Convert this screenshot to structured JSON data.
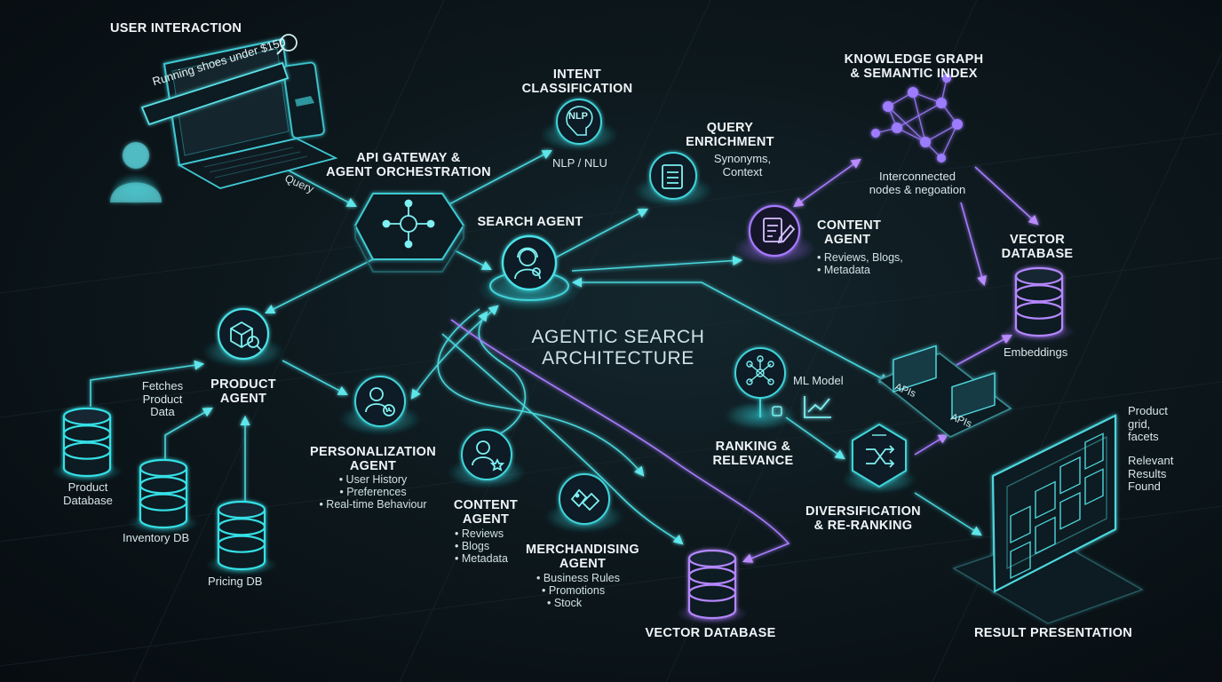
{
  "colors": {
    "accent_teal": "#35e0e6",
    "accent_purple": "#b487ff",
    "bg": "#0d181d"
  },
  "title": {
    "line1": "AGENTIC SEARCH",
    "line2": "ARCHITECTURE"
  },
  "user": {
    "heading": "USER INTERACTION",
    "search_text": "Running shoes under $150",
    "query_label": "Query",
    "icons": [
      "user-icon",
      "laptop-icon",
      "phone-icon",
      "magnifier-icon"
    ]
  },
  "gateway": {
    "line1": "API GATEWAY &",
    "line2": "AGENT ORCHESTRATION",
    "icon": "hub-icon"
  },
  "intent": {
    "line1": "INTENT",
    "line2": "CLASSIFICATION",
    "sub": "NLP / NLU",
    "icon": "brain-nlp-icon",
    "badge": "NLP"
  },
  "enrichment": {
    "line1": "QUERY",
    "line2": "ENRICHMENT",
    "sub1": "Synonyms,",
    "sub2": "Context",
    "icon": "document-list-icon"
  },
  "knowledge": {
    "line1": "KNOWLEDGE GRAPH",
    "line2": "& SEMANTIC INDEX",
    "sub1": "Interconnected",
    "sub2": "nodes & negoation",
    "icon": "graph-network-icon"
  },
  "search_agent": {
    "label": "SEARCH AGENT",
    "icon": "agent-headset-icon"
  },
  "content_top": {
    "line1": "CONTENT",
    "line2": "AGENT",
    "b1": "• Reviews, Blogs,",
    "b2": "• Metadata",
    "icon": "document-edit-icon"
  },
  "vector_right": {
    "line1": "VECTOR",
    "line2": "DATABASE",
    "sub": "Embeddings",
    "icon": "database-icon"
  },
  "product_agent": {
    "line1": "PRODUCT",
    "line2": "AGENT",
    "fetch1": "Fetches",
    "fetch2": "Product",
    "fetch3": "Data",
    "icon": "box-search-icon"
  },
  "product_db": {
    "line1": "Product",
    "line2": "Database",
    "icon": "database-icon"
  },
  "inventory_db": {
    "label": "Inventory DB",
    "icon": "database-icon"
  },
  "pricing_db": {
    "label": "Pricing DB",
    "icon": "database-icon"
  },
  "personalization": {
    "line1": "PERSONALIZATION",
    "line2": "AGENT",
    "b1": "• User History",
    "b2": "• Preferences",
    "b3": "• Real-time Behaviour",
    "icon": "user-clock-icon"
  },
  "content_mid": {
    "line1": "CONTENT",
    "line2": "AGENT",
    "b1": "• Reviews",
    "b2": "• Blogs",
    "b3": "• Metadata",
    "icon": "user-star-icon"
  },
  "merch": {
    "line1": "MERCHANDISING",
    "line2": "AGENT",
    "b1": "• Business Rules",
    "b2": "• Promotions",
    "b3": "• Stock",
    "icon": "tags-icon"
  },
  "vector_bottom": {
    "label": "VECTOR DATABASE",
    "icon": "database-icon"
  },
  "ranking": {
    "line1": "RANKING &",
    "line2": "RELEVANCE",
    "ml": "ML Model",
    "icons": [
      "neural-net-icon",
      "trend-chart-icon"
    ]
  },
  "apis": {
    "a1": "APIs",
    "a2": "APIs",
    "icon": "container-icon"
  },
  "diversification": {
    "line1": "DIVERSIFICATION",
    "line2": "& RE-RANKING",
    "icon": "shuffle-icon"
  },
  "result": {
    "label": "RESULT PRESENTATION",
    "g1": "Product",
    "g2": "grid,",
    "g3": "facets",
    "r1": "Relevant",
    "r2": "Results",
    "r3": "Found",
    "icon": "monitor-grid-icon"
  }
}
